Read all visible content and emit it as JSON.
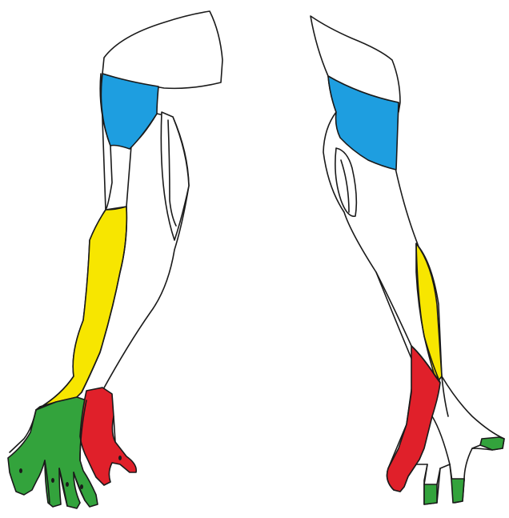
{
  "colors": {
    "blue": "#1e9ee0",
    "yellow": "#f7e600",
    "green": "#33a33c",
    "red": "#e0202a",
    "outline": "#1a1a1a",
    "background": "#ffffff"
  },
  "views": [
    {
      "id": "left-arm",
      "regions": [
        "blue",
        "yellow",
        "green",
        "red"
      ]
    },
    {
      "id": "right-arm",
      "regions": [
        "blue",
        "yellow",
        "red",
        "green"
      ]
    }
  ]
}
